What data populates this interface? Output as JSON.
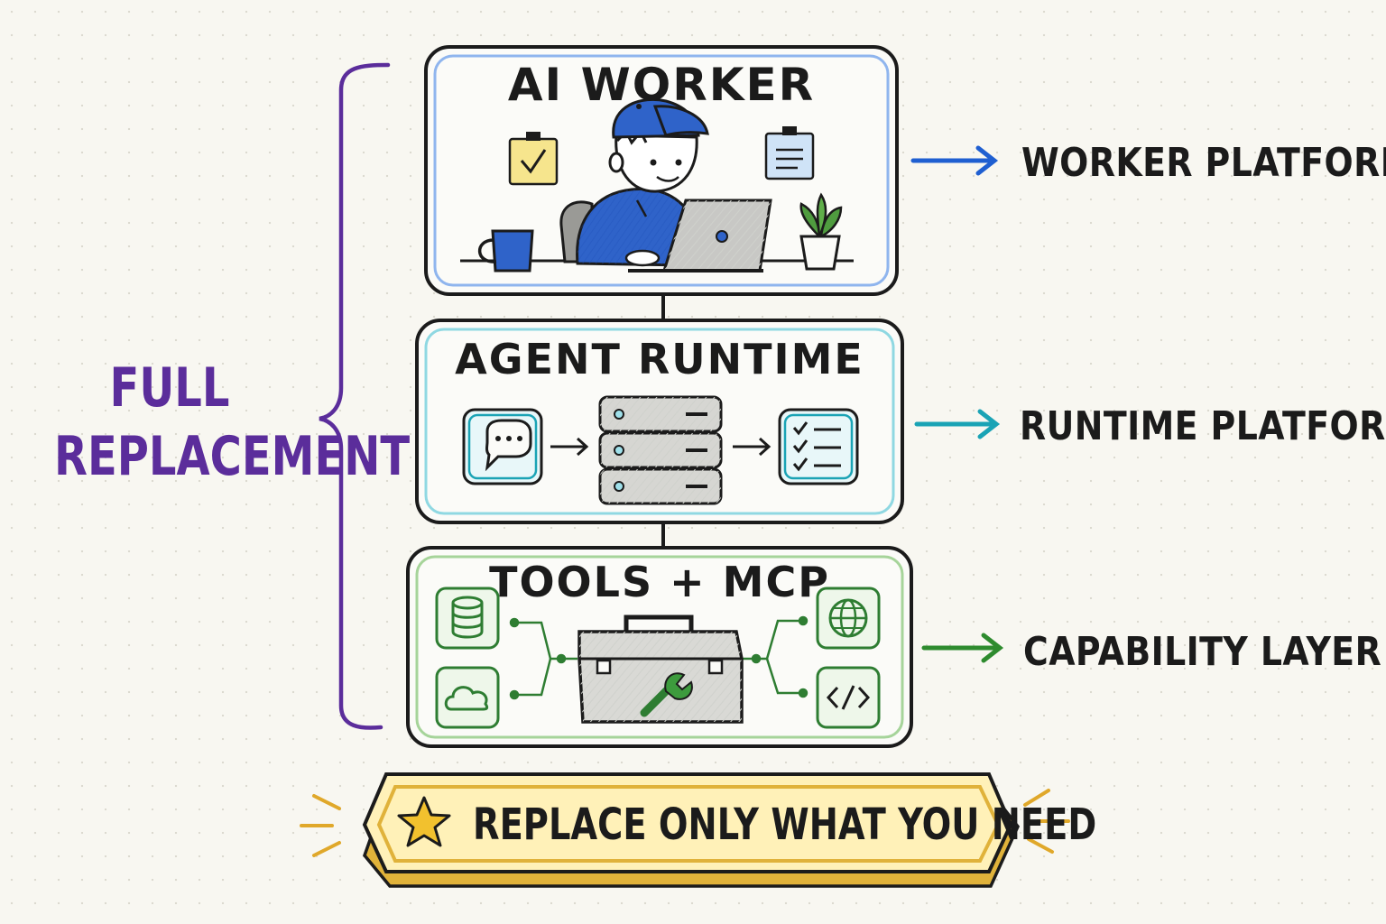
{
  "layers": [
    {
      "title": "AI WORKER",
      "label": "WORKER PLATFORM",
      "color": "#1f5fd1"
    },
    {
      "title": "AGENT RUNTIME",
      "label": "RUNTIME PLATFORM",
      "color": "#1aa3b5"
    },
    {
      "title": "TOOLS + MCP",
      "label": "CAPABILITY LAYER",
      "color": "#2e8b2e"
    }
  ],
  "bracket": {
    "line1": "FULL",
    "line2": "REPLACEMENT",
    "color": "#5b2d9b"
  },
  "banner": {
    "text": "REPLACE ONLY WHAT YOU NEED",
    "color": "#e0b23a"
  },
  "icons": {
    "worker": [
      "checklist-note-icon",
      "document-note-icon",
      "worker-person-icon",
      "laptop-icon",
      "mug-icon",
      "potted-plant-icon"
    ],
    "runtime": [
      "chat-bubble-icon",
      "server-stack-icon",
      "task-checklist-icon"
    ],
    "tools": [
      "database-icon",
      "cloud-icon",
      "toolbox-icon",
      "wrench-icon",
      "globe-icon",
      "code-icon"
    ],
    "banner": [
      "star-icon"
    ]
  }
}
